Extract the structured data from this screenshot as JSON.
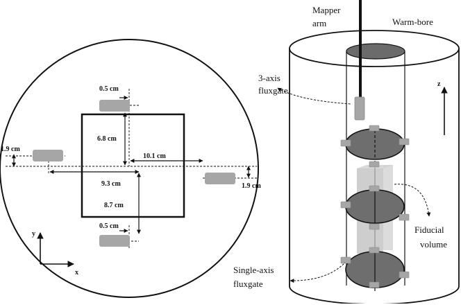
{
  "left_panel": {
    "dimensions": {
      "d_05_top": "0.5 cm",
      "d_68": "6.8 cm",
      "d_101": "10.1 cm",
      "d_19_left": "1.9 cm",
      "d_93": "9.3 cm",
      "d_87": "8.7 cm",
      "d_19_right": "1.9 cm",
      "d_05_bottom": "0.5 cm"
    },
    "axes": {
      "y": "y",
      "x": "x"
    }
  },
  "right_panel": {
    "labels": {
      "mapper_arm_line1": "Mapper",
      "mapper_arm_line2": "arm",
      "warm_bore": "Warm-bore",
      "fluxgate3_line1": "3-axis",
      "fluxgate3_line2": "fluxgate",
      "z_axis": "z",
      "fiducial_line1": "Fiducial",
      "fiducial_line2": "volume",
      "single_line1": "Single-axis",
      "single_line2": "fluxgate"
    }
  },
  "colors": {
    "sensor_fill": "#a6a6a6",
    "disk_fill": "#6e6e6e",
    "fiducial_fill": "#bdbdbd",
    "bore_top_fill": "#6b6b6b"
  }
}
